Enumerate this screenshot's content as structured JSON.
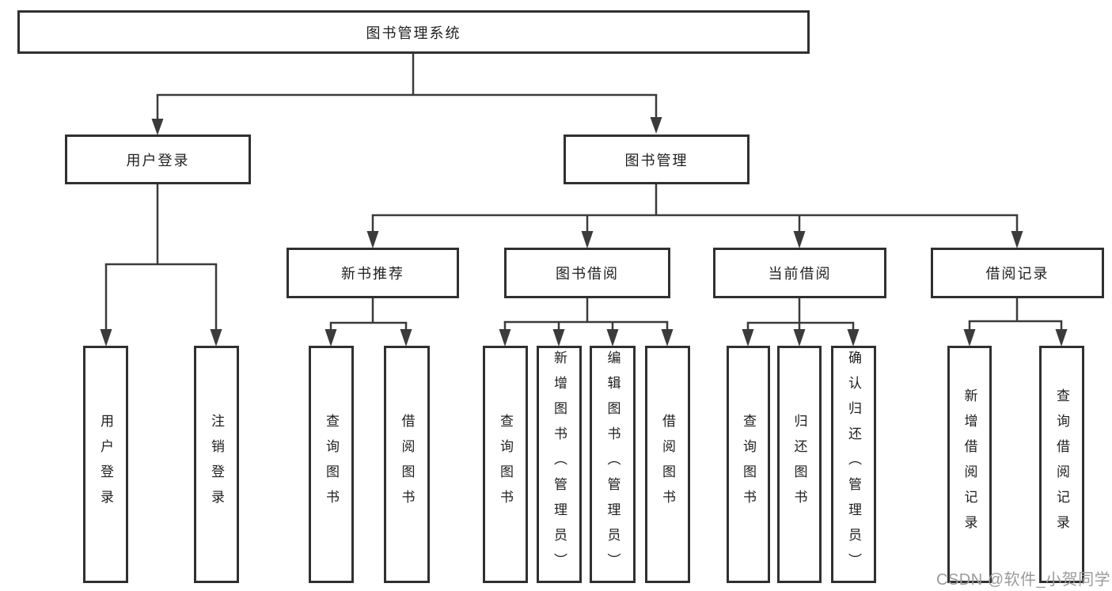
{
  "tree": {
    "root": {
      "label": "图书管理系统"
    },
    "branches": [
      {
        "label": "用户登录",
        "leaves": [
          {
            "label": "用户登录"
          },
          {
            "label": "注销登录"
          }
        ]
      },
      {
        "label": "图书管理",
        "sections": [
          {
            "label": "新书推荐",
            "leaves": [
              {
                "label": "查询图书"
              },
              {
                "label": "借阅图书"
              }
            ]
          },
          {
            "label": "图书借阅",
            "leaves": [
              {
                "label": "查询图书"
              },
              {
                "label": "新增图书（管理员）"
              },
              {
                "label": "编辑图书（管理员）"
              },
              {
                "label": "借阅图书"
              }
            ]
          },
          {
            "label": "当前借阅",
            "leaves": [
              {
                "label": "查询图书"
              },
              {
                "label": "归还图书"
              },
              {
                "label": "确认归还（管理员）"
              }
            ]
          },
          {
            "label": "借阅记录",
            "leaves": [
              {
                "label": "新增借阅记录"
              },
              {
                "label": "查询借阅记录"
              }
            ]
          }
        ]
      }
    ]
  },
  "watermark": {
    "text": "CSDN @软件_小贺同学"
  },
  "colors": {
    "line": "#3b3b3b",
    "border": "#303030",
    "text": "#1f1f1f",
    "watermark": "#9b9b9b",
    "background": "#ffffff"
  }
}
